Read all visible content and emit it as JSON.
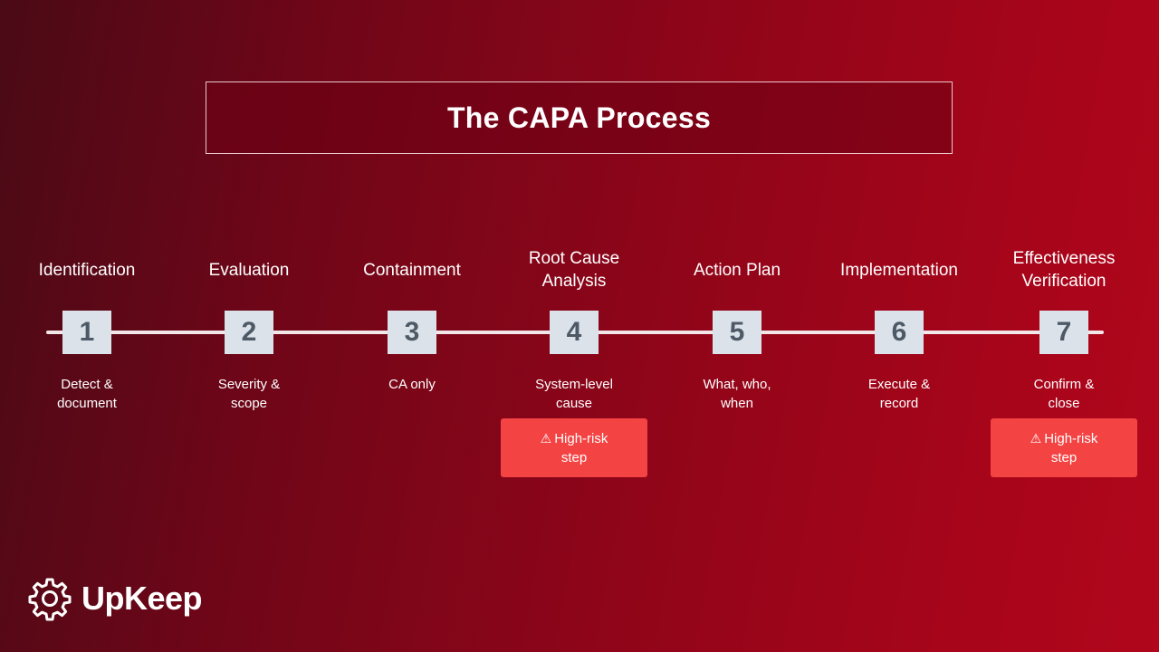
{
  "title": "The CAPA Process",
  "steps": [
    {
      "number": "1",
      "title": "Identification",
      "description": "Detect &\ndocument",
      "risk": ""
    },
    {
      "number": "2",
      "title": "Evaluation",
      "description": "Severity &\nscope",
      "risk": ""
    },
    {
      "number": "3",
      "title": "Containment",
      "description": "CA only",
      "risk": ""
    },
    {
      "number": "4",
      "title": "Root Cause\nAnalysis",
      "description": "System-level\ncause",
      "risk": "High-risk\nstep"
    },
    {
      "number": "5",
      "title": "Action Plan",
      "description": "What, who,\nwhen",
      "risk": ""
    },
    {
      "number": "6",
      "title": "Implementation",
      "description": "Execute &\nrecord",
      "risk": ""
    },
    {
      "number": "7",
      "title": "Effectiveness\nVerification",
      "description": "Confirm &\nclose",
      "risk": "High-risk\nstep"
    }
  ],
  "risk_icon": "warning-icon",
  "logo": {
    "text": "UpKeep",
    "icon": "gear-icon"
  },
  "colors": {
    "badge": "#f44343",
    "number_box": "#dbe2ea",
    "number_text": "#4d5a66",
    "line": "#f3e6e8"
  }
}
